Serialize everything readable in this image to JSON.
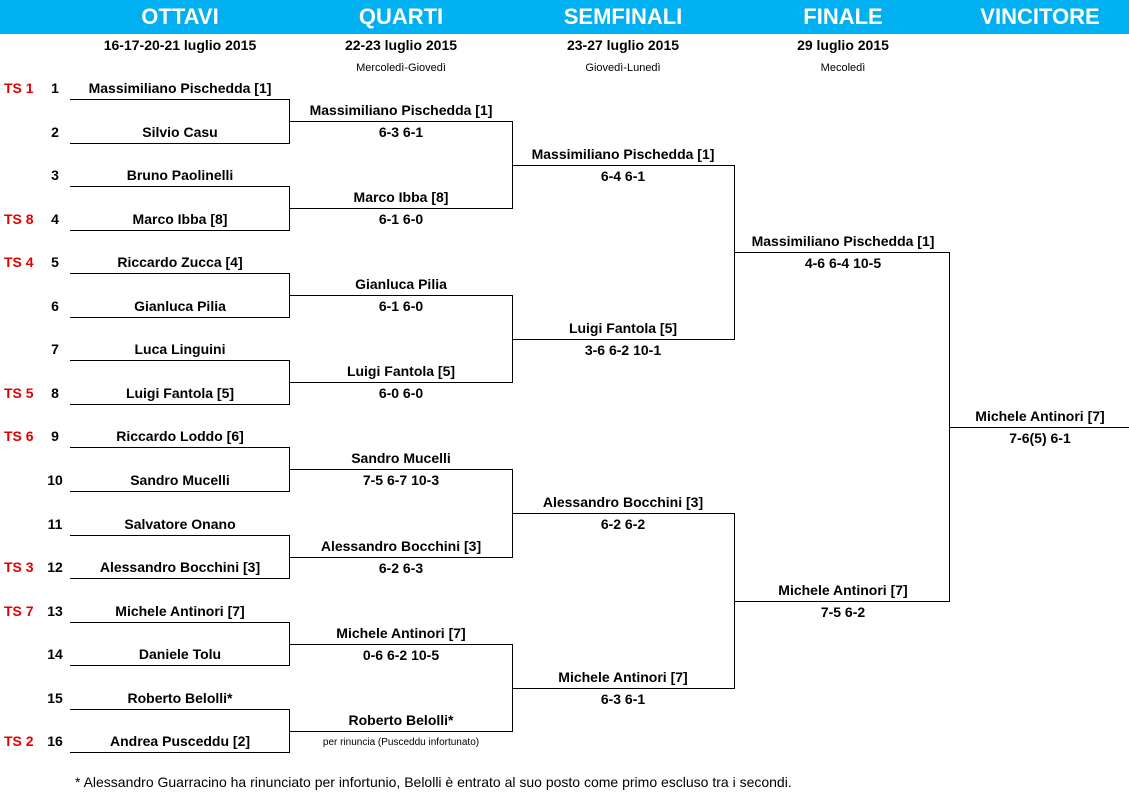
{
  "rounds": [
    {
      "title": "OTTAVI",
      "dates": "16-17-20-21 luglio 2015",
      "days": ""
    },
    {
      "title": "QUARTI",
      "dates": "22-23 luglio 2015",
      "days": "Mercoledì-Giovedì"
    },
    {
      "title": "SEMFINALI",
      "dates": "23-27 luglio 2015",
      "days": "Giovedì-Lunedì"
    },
    {
      "title": "FINALE",
      "dates": "29 luglio 2015",
      "days": "Mecoledì"
    },
    {
      "title": "VINCITORE",
      "dates": "",
      "days": ""
    }
  ],
  "ottavi": [
    {
      "num": "1",
      "seed": "TS 1",
      "name": "Massimiliano Pischedda [1]"
    },
    {
      "num": "2",
      "seed": "",
      "name": "Silvio Casu"
    },
    {
      "num": "3",
      "seed": "",
      "name": "Bruno Paolinelli"
    },
    {
      "num": "4",
      "seed": "TS 8",
      "name": "Marco Ibba [8]"
    },
    {
      "num": "5",
      "seed": "TS 4",
      "name": "Riccardo Zucca [4]"
    },
    {
      "num": "6",
      "seed": "",
      "name": "Gianluca Pilia"
    },
    {
      "num": "7",
      "seed": "",
      "name": "Luca Linguini"
    },
    {
      "num": "8",
      "seed": "TS 5",
      "name": "Luigi Fantola [5]"
    },
    {
      "num": "9",
      "seed": "TS 6",
      "name": "Riccardo Loddo [6]"
    },
    {
      "num": "10",
      "seed": "",
      "name": "Sandro Mucelli"
    },
    {
      "num": "11",
      "seed": "",
      "name": "Salvatore Onano"
    },
    {
      "num": "12",
      "seed": "TS 3",
      "name": "Alessandro Bocchini [3]"
    },
    {
      "num": "13",
      "seed": "TS 7",
      "name": "Michele Antinori [7]"
    },
    {
      "num": "14",
      "seed": "",
      "name": "Daniele Tolu"
    },
    {
      "num": "15",
      "seed": "",
      "name": "Roberto Belolli*"
    },
    {
      "num": "16",
      "seed": "TS 2",
      "name": "Andrea Pusceddu [2]"
    }
  ],
  "quarti": [
    {
      "name": "Massimiliano Pischedda [1]",
      "score": "6-3    6-1"
    },
    {
      "name": "Marco Ibba [8]",
      "score": "6-1    6-0"
    },
    {
      "name": "Gianluca Pilia",
      "score": "6-1    6-0"
    },
    {
      "name": "Luigi Fantola [5]",
      "score": "6-0    6-0"
    },
    {
      "name": "Sandro Mucelli",
      "score": "7-5    6-7    10-3"
    },
    {
      "name": "Alessandro Bocchini [3]",
      "score": "6-2    6-3"
    },
    {
      "name": "Michele Antinori [7]",
      "score": "0-6    6-2    10-5"
    },
    {
      "name": "Roberto Belolli*",
      "score": "",
      "note": "per rinuncia (Pusceddu infortunato)"
    }
  ],
  "semifinali": [
    {
      "name": "Massimiliano Pischedda [1]",
      "score": "6-4    6-1"
    },
    {
      "name": "Luigi Fantola [5]",
      "score": "3-6    6-2    10-1"
    },
    {
      "name": "Alessandro Bocchini [3]",
      "score": "6-2    6-2"
    },
    {
      "name": "Michele Antinori [7]",
      "score": "6-3    6-1"
    }
  ],
  "finale": [
    {
      "name": "Massimiliano Pischedda [1]",
      "score": "4-6    6-4    10-5"
    },
    {
      "name": "Michele Antinori [7]",
      "score": "7-5    6-2"
    }
  ],
  "vincitore": {
    "name": "Michele Antinori [7]",
    "score": "7-6(5)    6-1"
  },
  "footnote": "* Alessandro Guarracino ha rinunciato per infortunio, Belolli è entrato al suo posto come primo escluso tra i secondi.",
  "colors": {
    "header": "#00b0f0",
    "seed": "#e00000"
  }
}
